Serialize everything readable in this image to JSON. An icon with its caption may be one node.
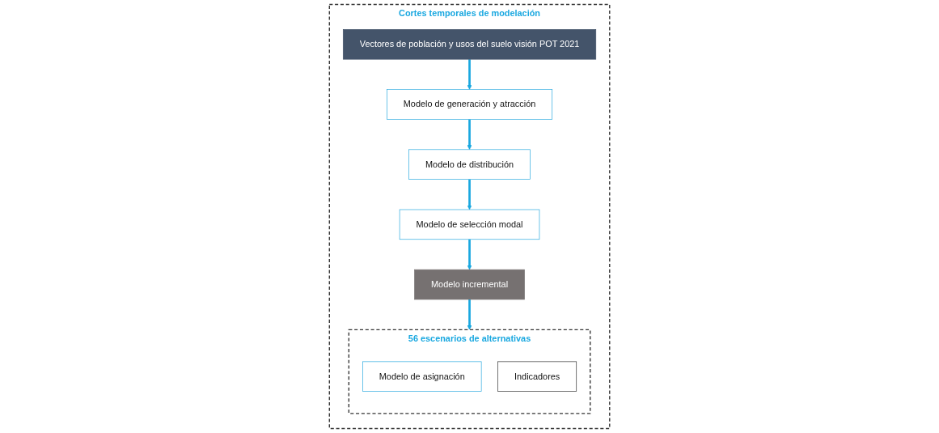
{
  "diagram": {
    "nodes": [
      {
        "text": [
          "Cortes temporales de modelación"
        ]
      },
      {
        "text": [
          "Vectores de población y usos del suelo visión POT 2021"
        ],
        "in": 0
      },
      {
        "text": [
          "Modelo de generación y atracción"
        ],
        "in": 0
      },
      {
        "text": [
          "Modelo de distribución"
        ],
        "in": 0
      },
      {
        "text": [
          "Modelo de selección modal"
        ],
        "in": 0
      },
      {
        "text": [
          "Modelo incremental"
        ],
        "in": 0
      },
      {
        "text": [
          "56 escenarios de alternativas"
        ],
        "in": 0
      },
      {
        "text": [
          "Modelo de asignación"
        ],
        "in": 6
      },
      {
        "text": [
          "Indicadores"
        ],
        "in": 6
      }
    ],
    "edges": [
      {
        "from": 1,
        "to": 2,
        "arrow": "to"
      },
      {
        "from": 2,
        "to": 3,
        "arrow": "to"
      },
      {
        "from": 3,
        "to": 4,
        "arrow": "to"
      },
      {
        "from": 4,
        "to": 5,
        "arrow": "to"
      },
      {
        "from": 5,
        "to": 6,
        "arrow": "to"
      }
    ]
  }
}
